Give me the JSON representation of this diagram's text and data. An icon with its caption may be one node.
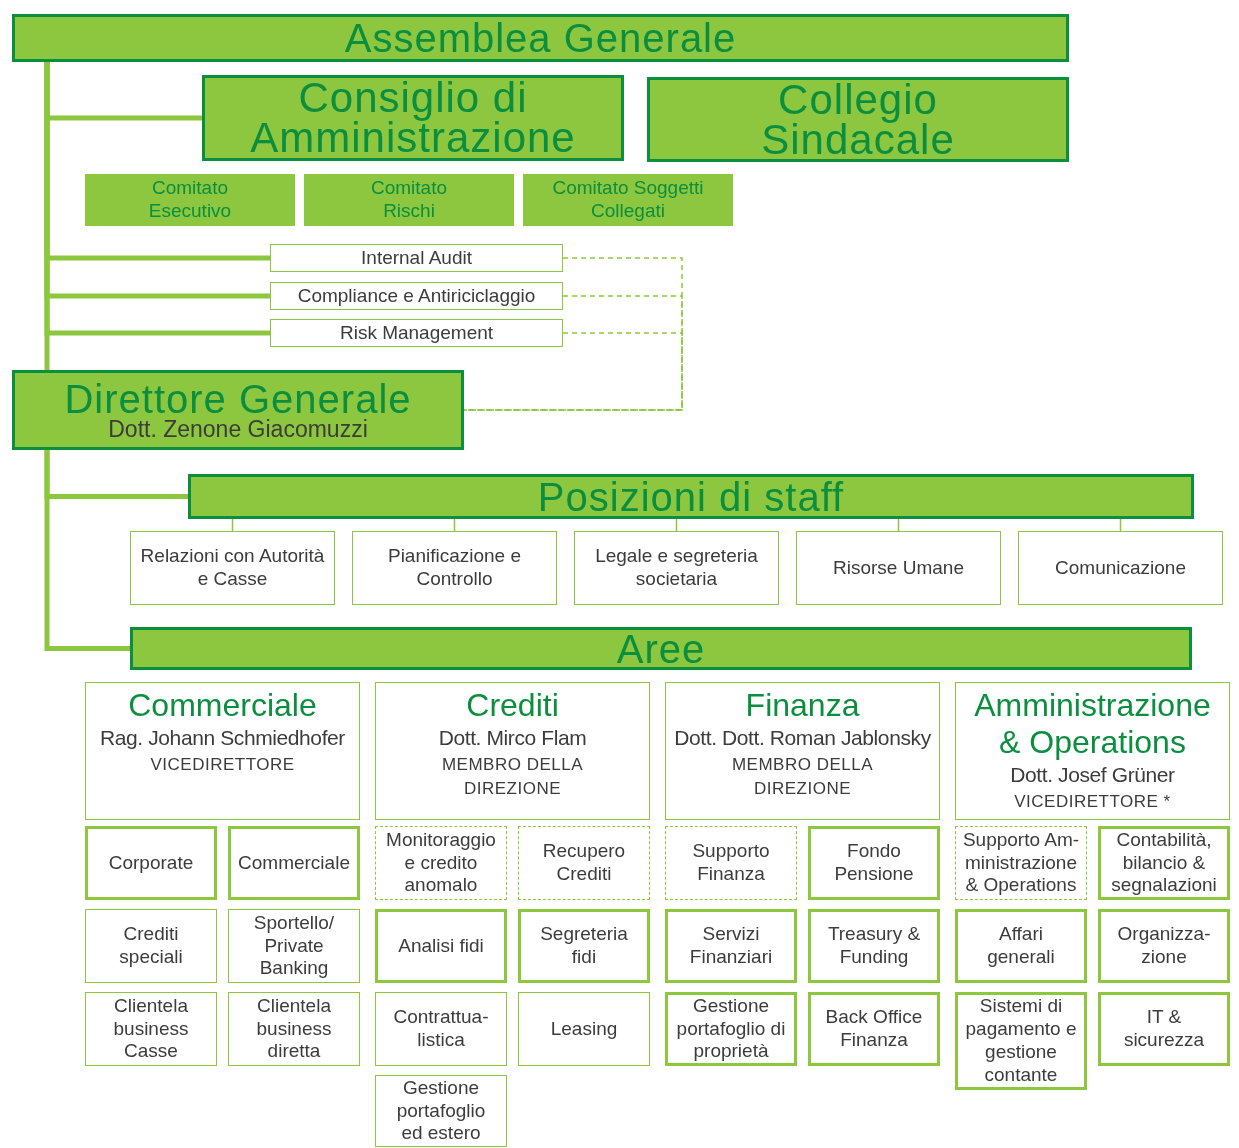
{
  "diagram": {
    "nodes": [
      {
        "text": [
          "Assemblea Generale"
        ]
      },
      {
        "text": [
          "Consiglio di Amministrazione"
        ]
      },
      {
        "text": [
          "Collegio Sindacale"
        ]
      },
      {
        "text": [
          "Comitato Esecutivo"
        ]
      },
      {
        "text": [
          "Comitato Rischi"
        ]
      },
      {
        "text": [
          "Comitato Soggetti Collegati"
        ]
      },
      {
        "text": [
          "Internal Audit"
        ]
      },
      {
        "text": [
          "Compliance e Antiriciclaggio"
        ]
      },
      {
        "text": [
          "Risk Management"
        ]
      },
      {
        "text": [
          "Direttore Generale",
          "Dott. Zenone Giacomuzzi"
        ]
      },
      {
        "text": [
          "Posizioni di staff"
        ]
      },
      {
        "text": [
          "Relazioni con Autorità e Casse"
        ]
      },
      {
        "text": [
          "Pianificazione e Controllo"
        ]
      },
      {
        "text": [
          "Legale e segreteria societaria"
        ]
      },
      {
        "text": [
          "Risorse Umane"
        ]
      },
      {
        "text": [
          "Comunicazione"
        ]
      },
      {
        "text": [
          "Aree"
        ]
      },
      {
        "text": [
          "Commerciale",
          "Rag. Johann Schmiedhofer",
          "VICEDIRETTORE"
        ]
      },
      {
        "text": [
          "Crediti",
          "Dott. Mirco Flam",
          "MEMBRO DELLA DIREZIONE"
        ]
      },
      {
        "text": [
          "Finanza",
          "Dott. Dott. Roman Jablonsky",
          "MEMBRO DELLA DIREZIONE"
        ]
      },
      {
        "text": [
          "Amministrazione & Operations",
          "Dott. Josef Grüner",
          "VICEDIRETTORE *"
        ]
      },
      {
        "text": [
          "Corporate"
        ]
      },
      {
        "text": [
          "Commerciale"
        ]
      },
      {
        "text": [
          "Crediti speciali"
        ]
      },
      {
        "text": [
          "Sportello/ Private Banking"
        ]
      },
      {
        "text": [
          "Clientela business Casse"
        ]
      },
      {
        "text": [
          "Clientela business diretta"
        ]
      },
      {
        "text": [
          "Monitoraggio e credito anomalo"
        ]
      },
      {
        "text": [
          "Recupero Crediti"
        ]
      },
      {
        "text": [
          "Analisi fidi"
        ]
      },
      {
        "text": [
          "Segreteria fidi"
        ]
      },
      {
        "text": [
          "Contrattua- listica"
        ]
      },
      {
        "text": [
          "Leasing"
        ]
      },
      {
        "text": [
          "Gestione portafoglio ed estero"
        ]
      },
      {
        "text": [
          "Supporto Finanza"
        ]
      },
      {
        "text": [
          "Fondo Pensione"
        ]
      },
      {
        "text": [
          "Servizi Finanziari"
        ]
      },
      {
        "text": [
          "Treasury & Funding"
        ]
      },
      {
        "text": [
          "Gestione portafoglio di proprietà"
        ]
      },
      {
        "text": [
          "Back Office Finanza"
        ]
      },
      {
        "text": [
          "Supporto Am- ministrazione & Operations"
        ]
      },
      {
        "text": [
          "Contabilità, bilancio & segnalazioni"
        ]
      },
      {
        "text": [
          "Affari generali"
        ]
      },
      {
        "text": [
          "Organizza- zione"
        ]
      },
      {
        "text": [
          "Sistemi di pagamento e gestione contante"
        ]
      },
      {
        "text": [
          "IT & sicurezza"
        ]
      }
    ],
    "edges": [
      {
        "from": 0,
        "to": 1,
        "arrow": "none",
        "style": "thick"
      },
      {
        "from": 0,
        "to": 6,
        "arrow": "none",
        "style": "thick"
      },
      {
        "from": 0,
        "to": 7,
        "arrow": "none",
        "style": "thick"
      },
      {
        "from": 0,
        "to": 8,
        "arrow": "none",
        "style": "thick"
      },
      {
        "from": 0,
        "to": 9,
        "arrow": "none",
        "style": "thick"
      },
      {
        "from": 6,
        "to": 9,
        "arrow": "none",
        "style": "dashed"
      },
      {
        "from": 7,
        "to": 9,
        "arrow": "none",
        "style": "dashed"
      },
      {
        "from": 8,
        "to": 9,
        "arrow": "none",
        "style": "dashed"
      },
      {
        "from": 9,
        "to": 10,
        "arrow": "none",
        "style": "thick"
      },
      {
        "from": 9,
        "to": 16,
        "arrow": "none",
        "style": "thick"
      },
      {
        "from": 10,
        "to": 11,
        "arrow": "none"
      },
      {
        "from": 10,
        "to": 12,
        "arrow": "none"
      },
      {
        "from": 10,
        "to": 13,
        "arrow": "none"
      },
      {
        "from": 10,
        "to": 14,
        "arrow": "none"
      },
      {
        "from": 10,
        "to": 15,
        "arrow": "none"
      }
    ]
  }
}
